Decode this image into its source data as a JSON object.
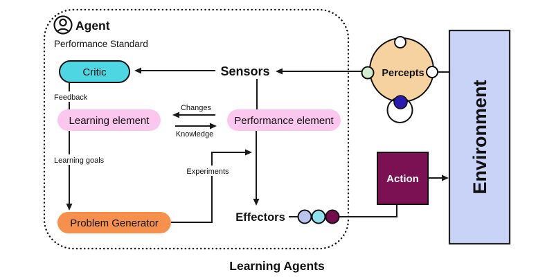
{
  "agent": {
    "title": "Agent",
    "standard": "Performance Standard",
    "caption": "Learning Agents"
  },
  "nodes": {
    "critic": "Critic",
    "learning_element": "Learning element",
    "performance_element": "Performance element",
    "problem_generator": "Problem Generator",
    "sensors": "Sensors",
    "effectors": "Effectors",
    "percepts": "Percepts",
    "action": "Action",
    "environment": "Environment"
  },
  "edge_labels": {
    "feedback": "Feedback",
    "changes": "Changes",
    "knowledge": "Knowledge",
    "learning_goals": "Learning goals",
    "experiments": "Experiments"
  },
  "colors": {
    "critic_fill": "#4ed7e2",
    "pink_fill": "#fbc7ee",
    "orange_fill": "#f6914d",
    "percepts_fill": "#f6d2a0",
    "green_port": "#d4ecd0",
    "white_port": "#ffffff",
    "blue_dot": "#2a1aae",
    "environment_fill": "#c9d2f7",
    "action_fill": "#7b1053",
    "effector_dot_1": "#b9c4ee",
    "effector_dot_2": "#8fe1ed",
    "effector_dot_3": "#770c4d"
  }
}
